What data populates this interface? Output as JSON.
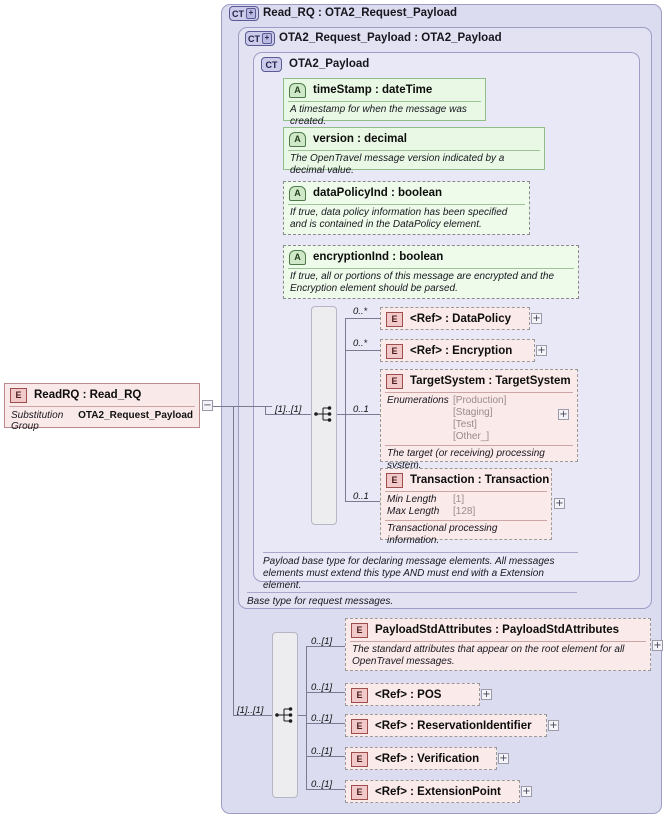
{
  "diagram": {
    "type": "xml-schema-diagram",
    "root_element": {
      "icon": "E",
      "title": "ReadRQ : Read_RQ",
      "substitution_group_label": "Substitution Group",
      "substitution_group_value": "OTA2_Request_Payload",
      "toggle": "−"
    },
    "panels": [
      {
        "badge": "CT",
        "badge_expandable": true,
        "title": "Read_RQ : OTA2_Request_Payload",
        "doc": ""
      },
      {
        "badge": "CT",
        "badge_expandable": true,
        "title": "OTA2_Request_Payload : OTA2_Payload",
        "doc": "Base type for request messages."
      },
      {
        "badge": "CT",
        "badge_expandable": false,
        "title": "OTA2_Payload",
        "doc": "Payload base type for declaring message elements. All messages elements must extend this type AND must end with a Extension element."
      }
    ],
    "attributes": [
      {
        "icon": "A",
        "name": "timeStamp  : dateTime",
        "doc": "A timestamp for when the message was created.",
        "dashed": false
      },
      {
        "icon": "A",
        "name": "version    : decimal",
        "doc": "The OpenTravel message version indicated by a decimal value.",
        "dashed": false
      },
      {
        "icon": "A",
        "name": "dataPolicyInd : boolean",
        "doc": "If true, data policy information has been specified and is contained in the DataPolicy element.",
        "dashed": true
      },
      {
        "icon": "A",
        "name": "encryptionInd : boolean",
        "doc": "If true, all or portions of this message are encrypted and the Encryption element should be parsed.",
        "dashed": true
      }
    ],
    "sequence_top": {
      "cardinality": "[1]..[1]",
      "icon": "sequence-icon",
      "elements": [
        {
          "icon": "E",
          "cardinality": "0..*",
          "name": "<Ref>      : DataPolicy",
          "toggle": "+",
          "dashed": true,
          "doc": "",
          "facets": []
        },
        {
          "icon": "E",
          "cardinality": "0..*",
          "name": "<Ref>      : Encryption",
          "toggle": "+",
          "dashed": true,
          "doc": "",
          "facets": []
        },
        {
          "icon": "E",
          "cardinality": "0..1",
          "name": "TargetSystem : TargetSystem",
          "toggle": "+",
          "dashed": true,
          "doc": "The target (or receiving) processing system.",
          "facets": [
            {
              "label": "Enumerations",
              "values": [
                "[Production]",
                "[Staging]",
                "[Test]",
                "[Other_]"
              ]
            }
          ]
        },
        {
          "icon": "E",
          "cardinality": "0..1",
          "name": "Transaction : Transaction",
          "toggle": "+",
          "dashed": true,
          "doc": "Transactional processing information.",
          "facets": [
            {
              "label": "Min Length",
              "values": [
                "[1]"
              ]
            },
            {
              "label": "Max Length",
              "values": [
                "[128]"
              ]
            }
          ]
        }
      ]
    },
    "sequence_bottom": {
      "cardinality": "[1]..[1]",
      "icon": "sequence-icon",
      "elements": [
        {
          "icon": "E",
          "cardinality": "0..[1]",
          "name": "PayloadStdAttributes : PayloadStdAttributes",
          "toggle": "+",
          "dashed": true,
          "doc": "The standard attributes that appear on the root element for all OpenTravel messages."
        },
        {
          "icon": "E",
          "cardinality": "0..[1]",
          "name": "<Ref>      : POS",
          "toggle": "+",
          "dashed": true,
          "doc": ""
        },
        {
          "icon": "E",
          "cardinality": "0..[1]",
          "name": "<Ref>      : ReservationIdentifier",
          "toggle": "+",
          "dashed": true,
          "doc": ""
        },
        {
          "icon": "E",
          "cardinality": "0..[1]",
          "name": "<Ref>      : Verification",
          "toggle": "+",
          "dashed": true,
          "doc": ""
        },
        {
          "icon": "E",
          "cardinality": "0..[1]",
          "name": "<Ref>      : ExtensionPoint",
          "toggle": "+",
          "dashed": true,
          "doc": ""
        }
      ]
    },
    "colors": {
      "panel_border": "#9d9dc6",
      "panel_fill_1": "#dcdcf0",
      "panel_fill_2": "#e2e2f2",
      "panel_fill_3": "#e8e8f6",
      "attribute_fill": "#e9f8e4",
      "element_fill": "#fae9e9",
      "line": "#7a7a90"
    }
  }
}
